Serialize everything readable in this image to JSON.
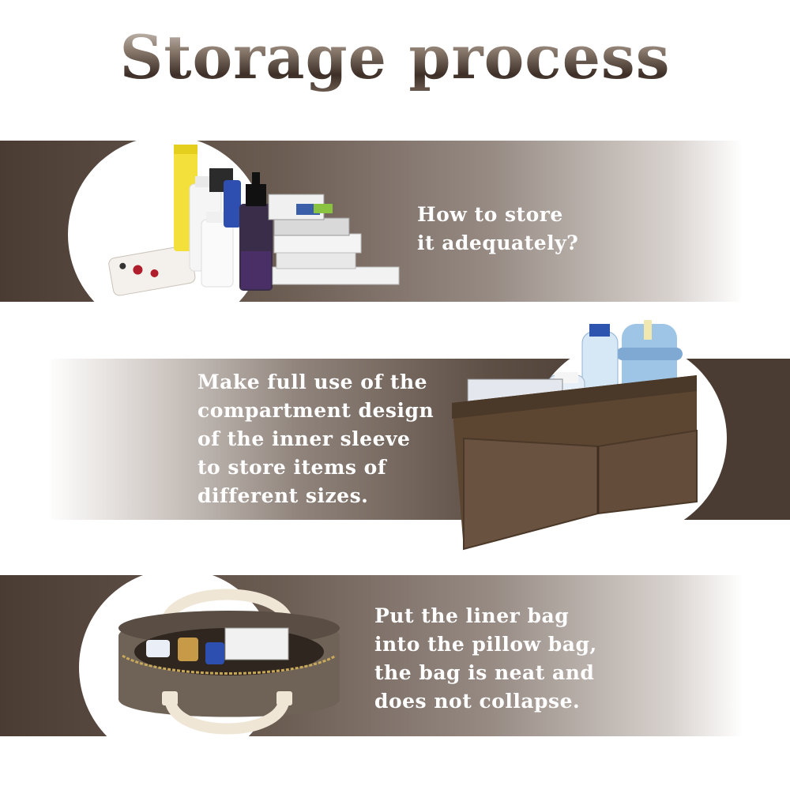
{
  "title": "Storage process",
  "steps": [
    {
      "lines": [
        "How to store",
        "it adequately?"
      ],
      "icon": "cosmetics-and-books-icon"
    },
    {
      "lines": [
        "Make full use of the",
        "compartment design",
        "of the inner sleeve",
        "to store items of",
        "different sizes."
      ],
      "icon": "felt-organizer-insert-icon"
    },
    {
      "lines": [
        "Put the liner bag",
        "into the pillow bag,",
        "the bag is neat and",
        "does not collapse."
      ],
      "icon": "pillow-bag-icon"
    }
  ],
  "colors": {
    "band_dark": "#4a3c33",
    "felt_brown": "#5c4632",
    "bag_leather": "#6f6256",
    "handle_cream": "#efe6d6"
  }
}
